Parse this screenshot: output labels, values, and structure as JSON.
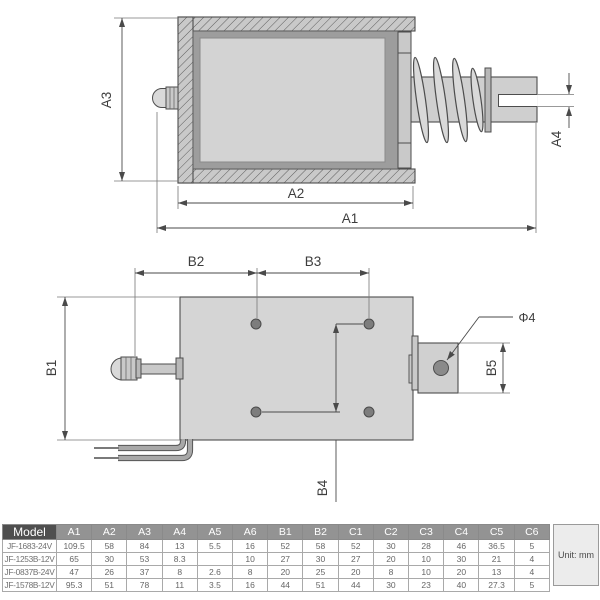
{
  "unit_note": "Unit: mm",
  "drawing": {
    "labels": {
      "a1": "A1",
      "a2": "A2",
      "a3": "A3",
      "a4": "A4",
      "b1": "B1",
      "b2": "B2",
      "b3": "B3",
      "b4": "B4",
      "b5": "B5",
      "hole_dia": "Φ4"
    }
  },
  "colors": {
    "body_fill": "#d5d5d5",
    "hatch_fill": "#c9c9c9",
    "outline": "#4d4d4d",
    "table_header_bg": "#939393",
    "model_header_bg": "#4f4f4f",
    "header_text": "#ffffff",
    "cell_text": "#666666",
    "unit_box_bg": "#ececec"
  },
  "table": {
    "headers": [
      "Model",
      "A1",
      "A2",
      "A3",
      "A4",
      "A5",
      "A6",
      "B1",
      "B2",
      "C1",
      "C2",
      "C3",
      "C4",
      "C5",
      "C6"
    ],
    "rows": [
      {
        "model": "JF-1683-24V",
        "values": [
          "109.5",
          "58",
          "84",
          "13",
          "5.5",
          "16",
          "52",
          "58",
          "52",
          "30",
          "28",
          "46",
          "36.5",
          "5"
        ]
      },
      {
        "model": "JF-1253B-12V",
        "values": [
          "65",
          "30",
          "53",
          "8.3",
          "",
          "10",
          "27",
          "30",
          "27",
          "20",
          "10",
          "30",
          "21",
          "4"
        ]
      },
      {
        "model": "JF-0837B-24V",
        "values": [
          "47",
          "26",
          "37",
          "8",
          "2.6",
          "8",
          "20",
          "25",
          "20",
          "8",
          "10",
          "20",
          "13",
          "4"
        ]
      },
      {
        "model": "JF-1578B-12V",
        "values": [
          "95.3",
          "51",
          "78",
          "11",
          "3.5",
          "16",
          "44",
          "51",
          "44",
          "30",
          "23",
          "40",
          "27.3",
          "5"
        ]
      }
    ]
  }
}
